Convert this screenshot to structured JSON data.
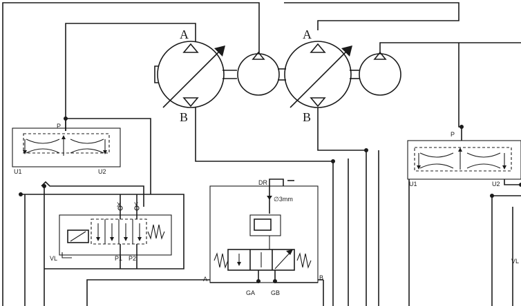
{
  "pumps": {
    "left": {
      "port_a": "A",
      "port_b": "B"
    },
    "right": {
      "port_a": "A",
      "port_b": "B"
    }
  },
  "valve_left": {
    "port_p": "P",
    "port_u1": "U1",
    "port_u2": "U2"
  },
  "valve_right": {
    "port_p": "P",
    "port_u1": "U1",
    "port_u2": "U2"
  },
  "control_block": {
    "port_x": "X",
    "port_y": "Y",
    "port_vl": "VL",
    "port_p1": "P1",
    "port_p2": "P2"
  },
  "servo_block": {
    "port_dr": "DR",
    "orifice": "∅3mm",
    "port_a": "A",
    "port_b": "B",
    "port_ga": "GA",
    "port_gb": "GB"
  },
  "right_edge_label": "VL"
}
